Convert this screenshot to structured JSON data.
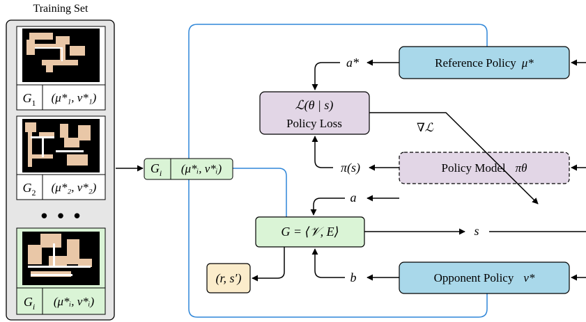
{
  "training_set": {
    "title": "Training Set",
    "items": [
      {
        "graph": "G",
        "sub": "1",
        "policies": "(μ*₁, ν*₁)"
      },
      {
        "graph": "G",
        "sub": "2",
        "policies": "(μ*₂, ν*₂)"
      },
      {
        "graph": "G",
        "sub": "i",
        "policies": "(μ*ᵢ, ν*ᵢ)"
      }
    ],
    "ellipsis": "• • •"
  },
  "selected": {
    "graph": "G",
    "sub": "i",
    "policies": "(μ*ᵢ, ν*ᵢ)"
  },
  "boxes": {
    "reference_policy": {
      "label": "Reference Policy",
      "symbol": "μ*"
    },
    "policy_loss": {
      "line1": "ℒ(θ | s)",
      "line2": "Policy Loss"
    },
    "policy_model": {
      "label": "Policy Model",
      "symbol": "πθ"
    },
    "environment": {
      "label": "G = ⟨𝒱, E⟩"
    },
    "opponent_policy": {
      "label": "Opponent Policy",
      "symbol": "ν*"
    },
    "reward": {
      "label": "(r, s′)"
    }
  },
  "signals": {
    "a_star": "a*",
    "grad_loss": "∇ℒ",
    "pi_s": "π(s)",
    "a": "a",
    "s": "s",
    "b": "b"
  },
  "colors": {
    "blue_box": "#a9d8ea",
    "purple_box": "#e2d6e6",
    "green_box": "#daf4d6",
    "yellow_box": "#fbeccb",
    "frame_blue": "#2f86d8",
    "panel_gray": "#e6e6e6"
  }
}
